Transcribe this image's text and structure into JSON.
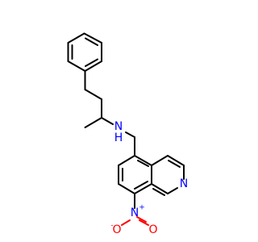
{
  "molecule": {
    "atoms": {
      "amine_n": "N",
      "amine_h": "H",
      "ring_n": "N",
      "nitro_n": "N",
      "nitro_n_charge": "+",
      "nitro_o_minus": "O",
      "nitro_o_minus_charge": "-",
      "nitro_o_double": "O"
    },
    "colors": {
      "bond": "#000000",
      "nitrogen": "#0000ff",
      "oxygen": "#ff0000"
    }
  }
}
